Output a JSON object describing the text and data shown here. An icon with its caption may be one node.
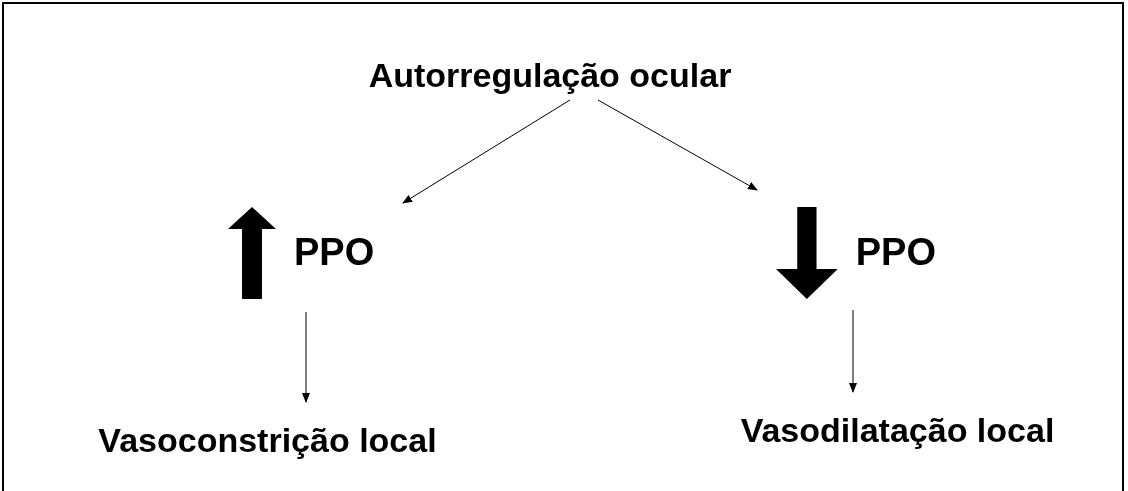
{
  "diagram": {
    "nodes": [
      {
        "text": [
          "Autorregulação ocular"
        ]
      },
      {
        "text": [
          "PPO"
        ]
      },
      {
        "text": [
          "PPO"
        ]
      },
      {
        "text": [
          "Vasoconstrição local"
        ]
      },
      {
        "text": [
          "Vasodilatação local"
        ]
      }
    ],
    "edges": [
      {
        "from": 0,
        "to": 1,
        "arrow": "to"
      },
      {
        "from": 0,
        "to": 2,
        "arrow": "to"
      },
      {
        "from": 1,
        "to": 3,
        "arrow": "to"
      },
      {
        "from": 2,
        "to": 4,
        "arrow": "to"
      }
    ]
  }
}
